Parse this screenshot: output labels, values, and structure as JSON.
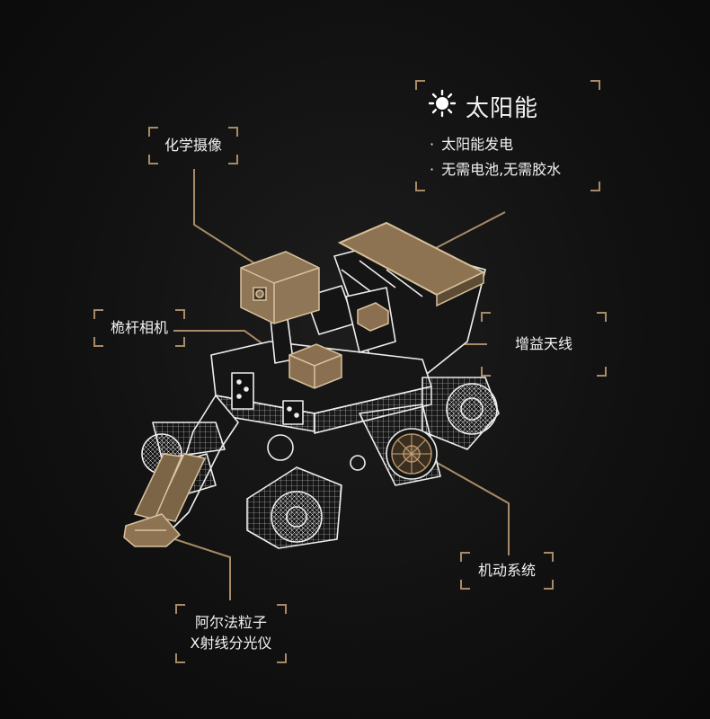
{
  "colors": {
    "accent": "#a88b66",
    "background": "#111111",
    "text": "#f2f2f2"
  },
  "labels": {
    "camera": "化学摄像",
    "mast_camera": "桅杆相机",
    "antenna": "增益天线",
    "mobility": "机动系统",
    "apxs_line1": "阿尔法粒子",
    "apxs_line2": "X射线分光仪"
  },
  "solar": {
    "icon": "sun-icon",
    "title": "太阳能",
    "bullets": [
      "太阳能发电",
      "无需电池,无需胶水"
    ]
  }
}
